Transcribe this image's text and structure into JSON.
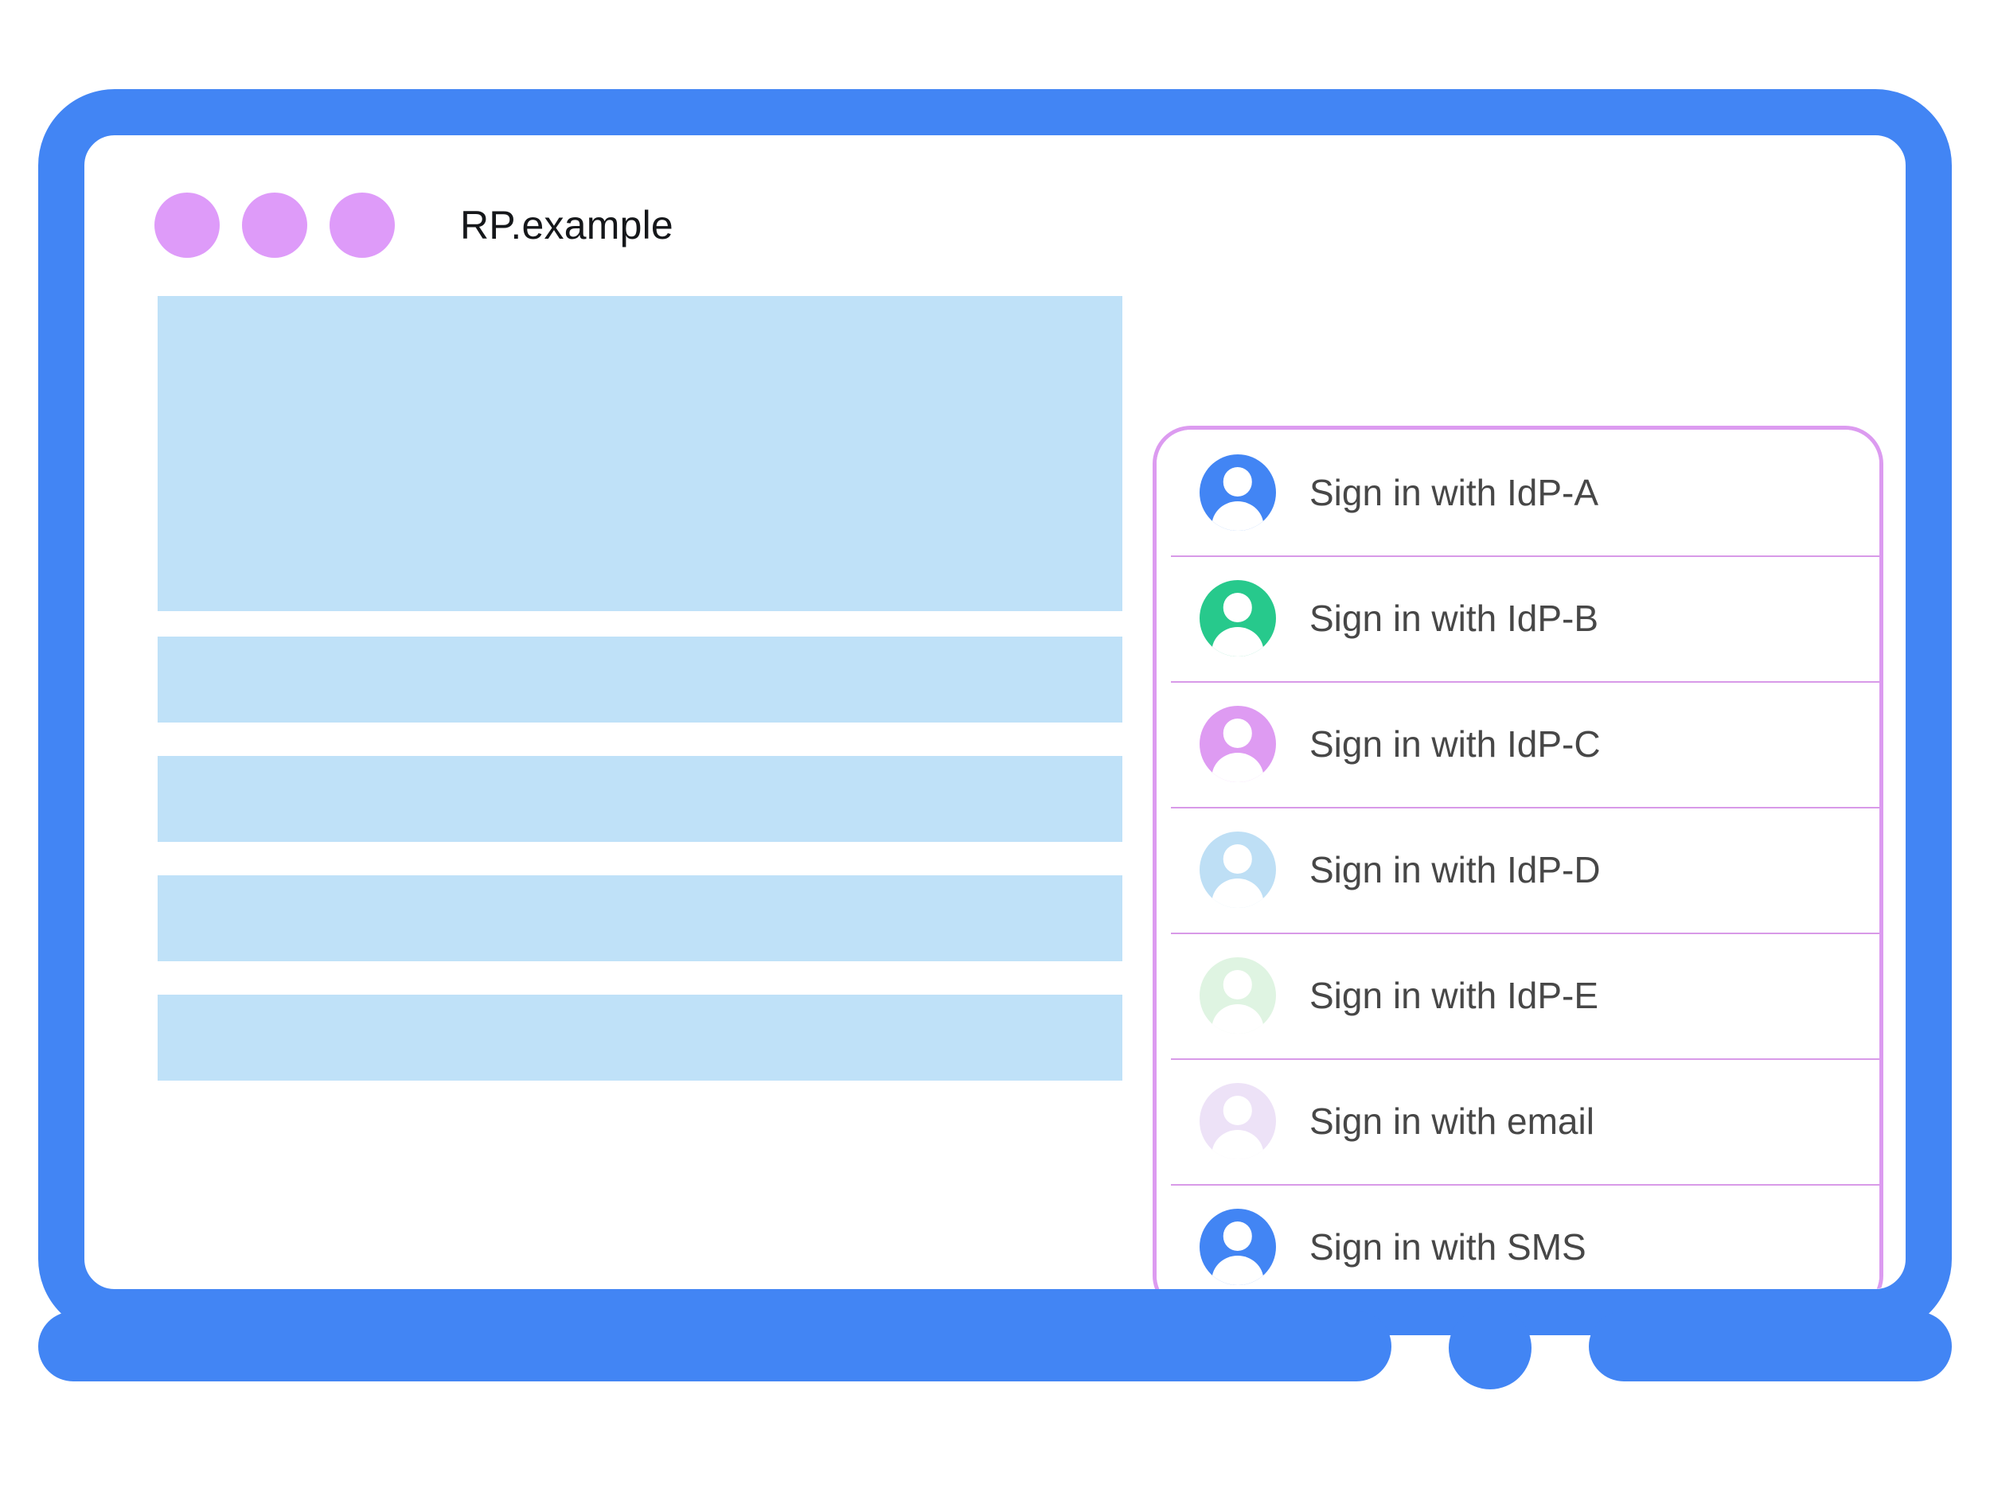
{
  "theme": {
    "frame_blue": "#4285F4",
    "placeholder_blue": "#BFE1F8",
    "dialog_border": "#DC9BF0",
    "divider": "#D89AE8",
    "title_dot": "#DE9BF9",
    "label_text": "#474747",
    "title_text": "#15171a"
  },
  "browser": {
    "title": "RP.example",
    "window_dots": [
      "window-dot-1",
      "window-dot-2",
      "window-dot-3"
    ],
    "home_button": "home-button"
  },
  "page_content": {
    "blocks": [
      {
        "name": "hero-placeholder",
        "kind": "hero"
      },
      {
        "name": "text-placeholder-1",
        "kind": "bar"
      },
      {
        "name": "text-placeholder-2",
        "kind": "bar"
      },
      {
        "name": "text-placeholder-3",
        "kind": "bar"
      },
      {
        "name": "text-placeholder-4",
        "kind": "bar"
      }
    ]
  },
  "account_chooser": {
    "name": "federated-sign-in-dialog",
    "items": [
      {
        "label": "Sign in with IdP-A",
        "icon": "avatar-icon",
        "color": "#4285F4"
      },
      {
        "label": "Sign in with IdP-B",
        "icon": "avatar-icon",
        "color": "#27C98C"
      },
      {
        "label": "Sign in with IdP-C",
        "icon": "avatar-icon",
        "color": "#DE9BF2"
      },
      {
        "label": "Sign in with IdP-D",
        "icon": "avatar-icon",
        "color": "#BEDFF5"
      },
      {
        "label": "Sign in with IdP-E",
        "icon": "avatar-icon",
        "color": "#DFF4E2"
      },
      {
        "label": "Sign in with email",
        "icon": "avatar-icon",
        "color": "#EDE2F7"
      },
      {
        "label": "Sign in with SMS",
        "icon": "avatar-icon",
        "color": "#4285F4"
      }
    ]
  }
}
